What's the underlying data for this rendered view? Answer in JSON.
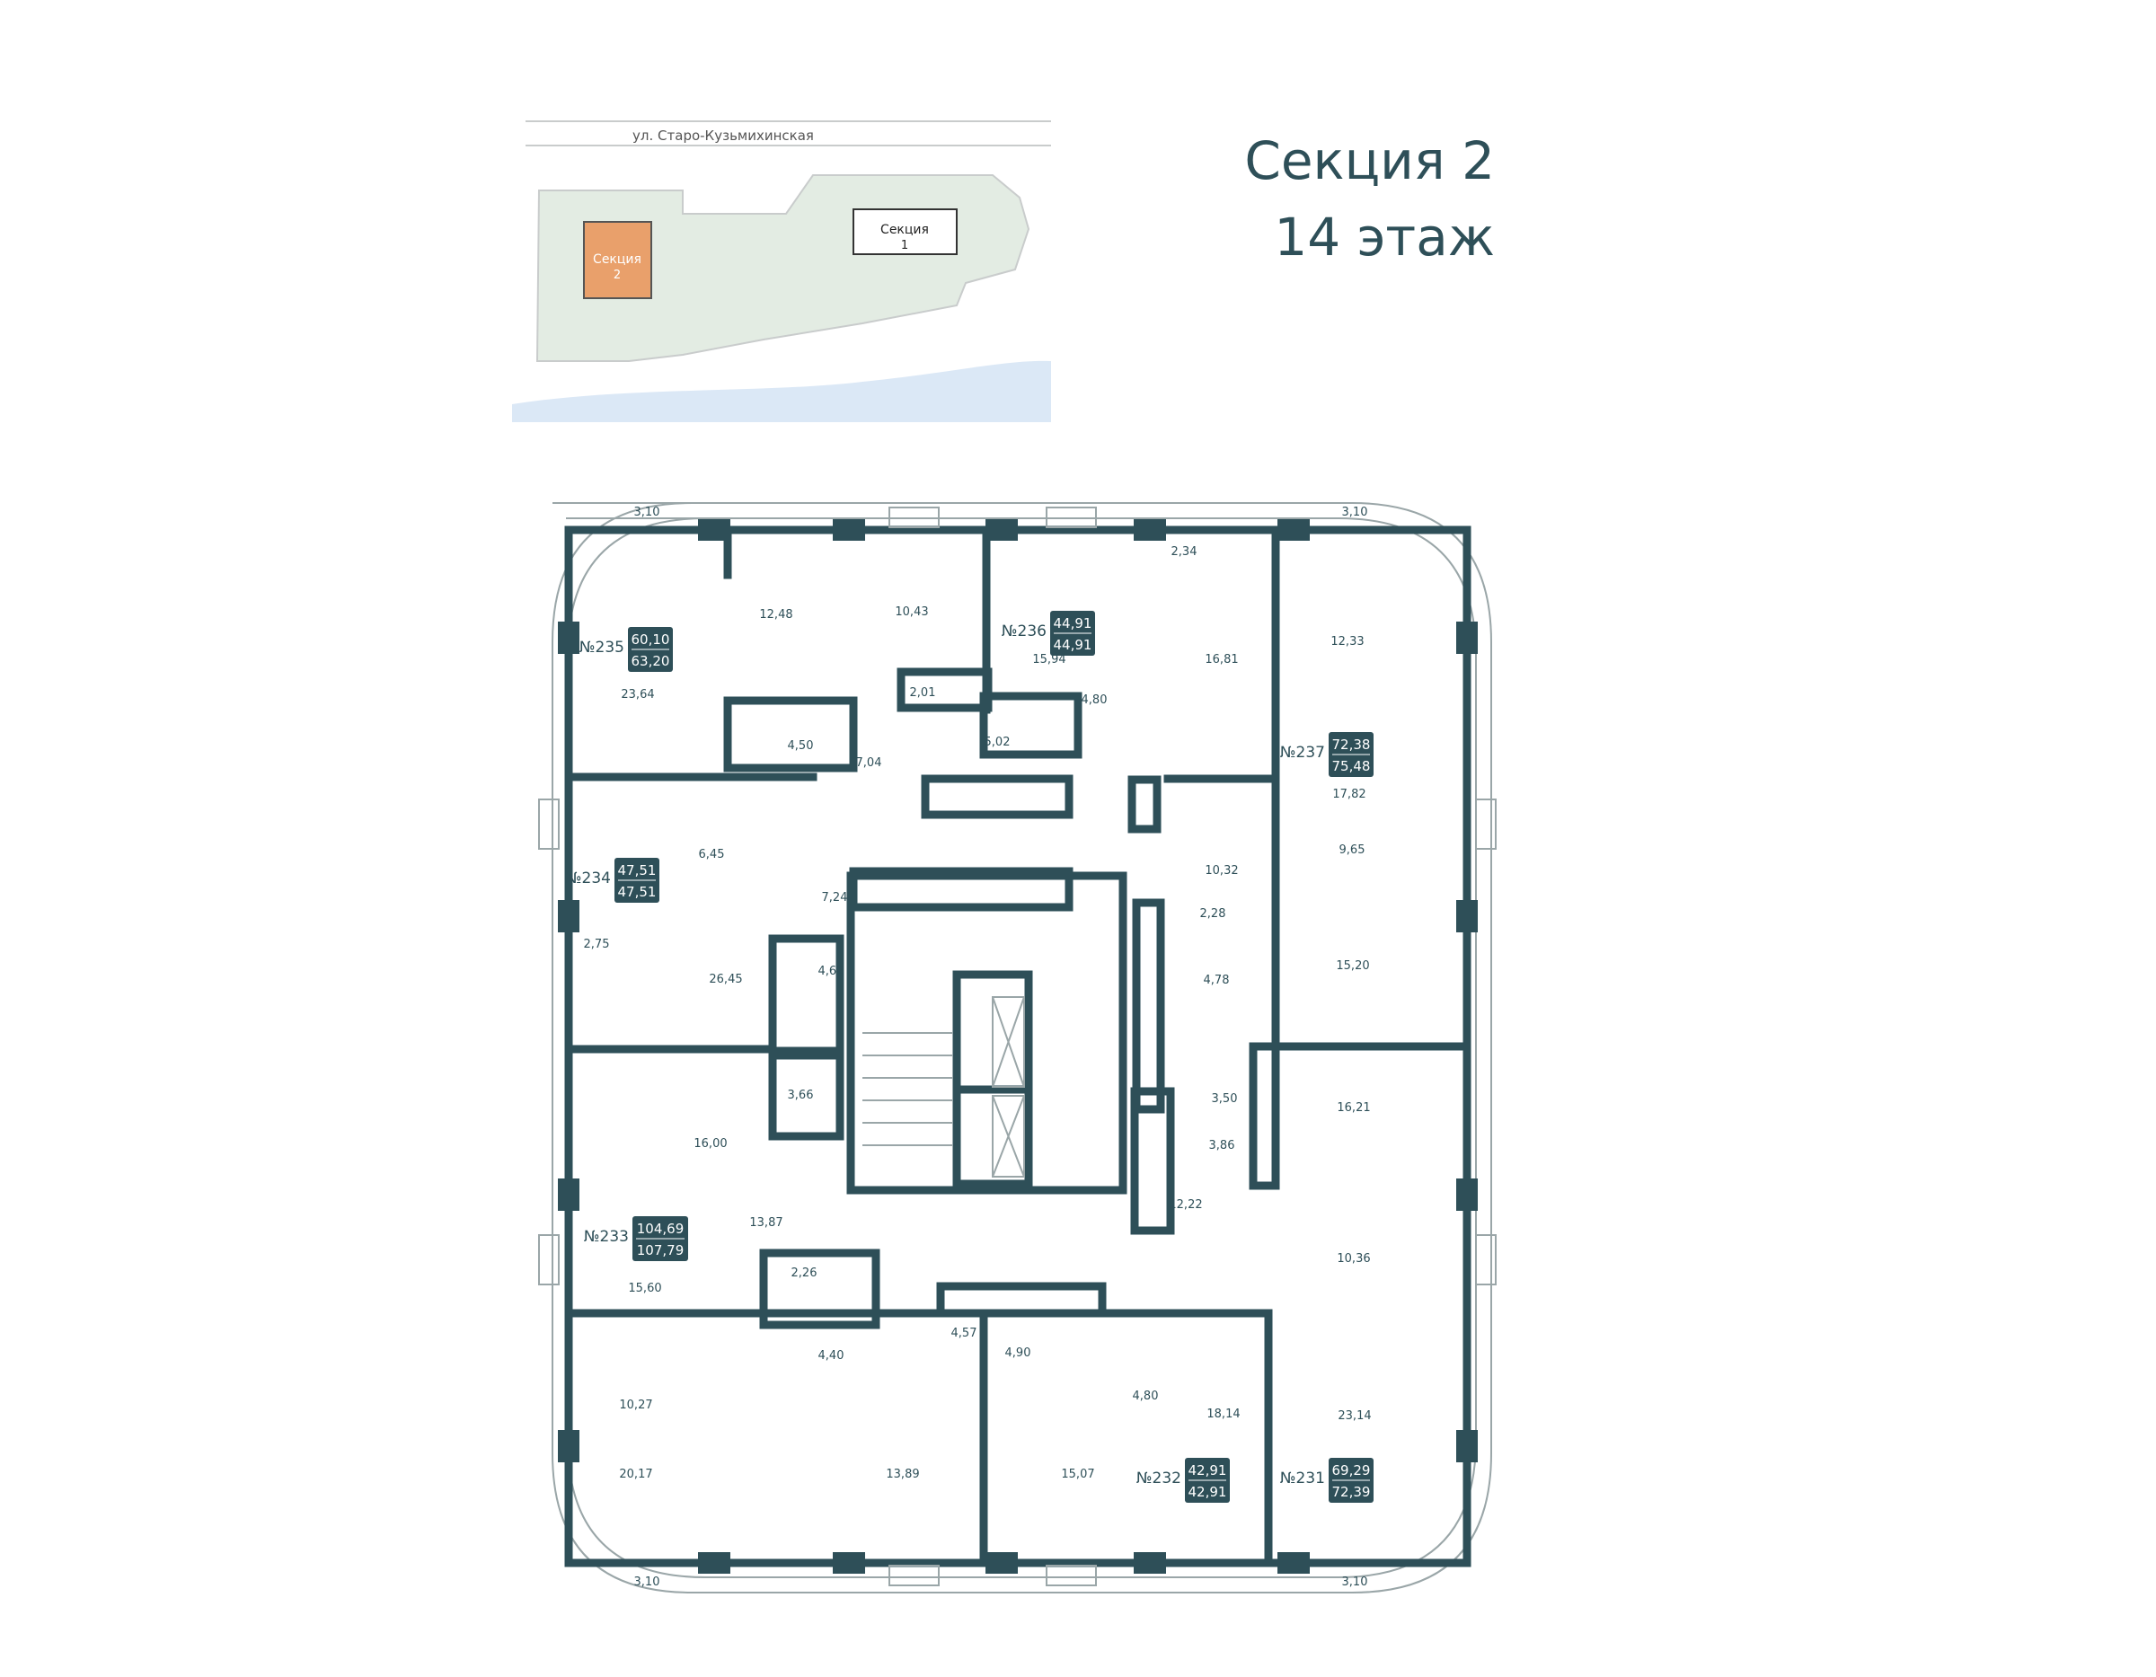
{
  "header": {
    "section": "Секция 2",
    "floor": "14 этаж"
  },
  "site_plan": {
    "street": "ул. Старо-Кузьмихинская",
    "section1": [
      "Секция",
      "1"
    ],
    "section2": [
      "Секция",
      "2"
    ]
  },
  "colors": {
    "wall": "#2e4f58",
    "badge": "#2e4f58",
    "highlight": "#e9a06b",
    "green": "#e3ece3",
    "water": "#dbe8f6",
    "text": "#2e4f58"
  },
  "apartments": [
    {
      "num": "№235",
      "living": "60,10",
      "total": "63,20"
    },
    {
      "num": "№236",
      "living": "44,91",
      "total": "44,91"
    },
    {
      "num": "№237",
      "living": "72,38",
      "total": "75,48"
    },
    {
      "num": "№234",
      "living": "47,51",
      "total": "47,51"
    },
    {
      "num": "№233",
      "living": "104,69",
      "total": "107,79"
    },
    {
      "num": "№232",
      "living": "42,91",
      "total": "42,91"
    },
    {
      "num": "№231",
      "living": "69,29",
      "total": "72,39"
    }
  ],
  "rooms": [
    "3,10",
    "3,10",
    "3,10",
    "3,10",
    "12,48",
    "10,43",
    "2,34",
    "16,81",
    "12,33",
    "23,64",
    "15,94",
    "2,01",
    "4,80",
    "4,50",
    "5,02",
    "7,04",
    "17,82",
    "6,45",
    "9,65",
    "10,32",
    "7,24",
    "2,28",
    "2,75",
    "4,62",
    "4,78",
    "26,45",
    "15,20",
    "3,66",
    "3,50",
    "16,21",
    "3,86",
    "16,00",
    "13,87",
    "12,22",
    "10,36",
    "2,26",
    "15,60",
    "4,57",
    "4,90",
    "4,40",
    "10,27",
    "4,80",
    "18,14",
    "23,14",
    "20,17",
    "13,89",
    "15,07"
  ]
}
